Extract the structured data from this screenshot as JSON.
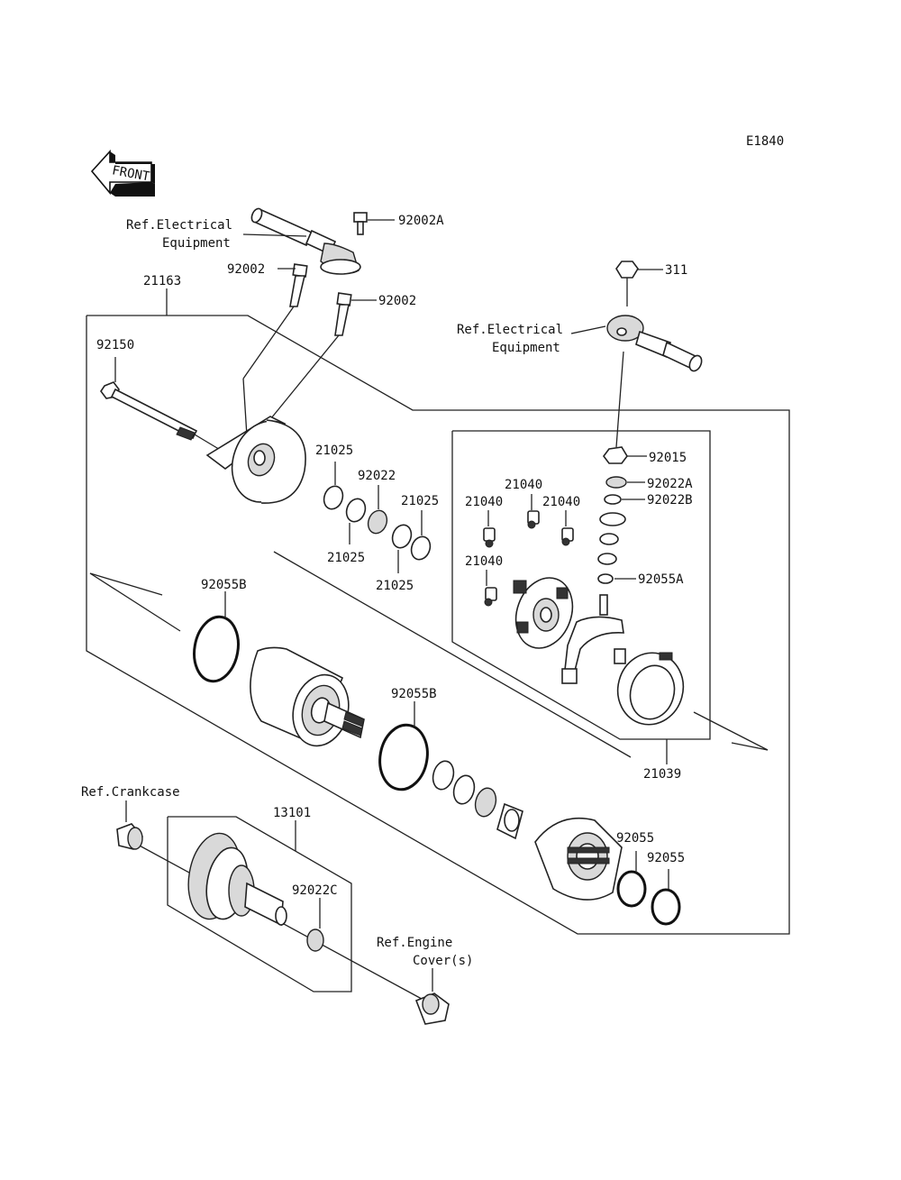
{
  "diagram_id": "E1840",
  "front_arrow": {
    "text": "FRONT"
  },
  "refs": {
    "electrical_top": {
      "line1": "Ref.Electrical",
      "line2": "Equipment"
    },
    "electrical_right": {
      "line1": "Ref.Electrical",
      "line2": "Equipment"
    },
    "crankcase": "Ref.Crankcase",
    "engine_cover": {
      "line1": "Ref.Engine",
      "line2": "Cover(s)"
    }
  },
  "parts": {
    "p92002A": "92002A",
    "p92002_a": "92002",
    "p92002_b": "92002",
    "p21163": "21163",
    "p311": "311",
    "p92150": "92150",
    "p21025_a": "21025",
    "p92022": "92022",
    "p21025_b": "21025",
    "p21025_c": "21025",
    "p21025_d": "21025",
    "p92015": "92015",
    "p92022A": "92022A",
    "p92022B": "92022B",
    "p21040_a": "21040",
    "p21040_b": "21040",
    "p21040_c": "21040",
    "p21040_d": "21040",
    "p92055A": "92055A",
    "p92055B_a": "92055B",
    "p92055B_b": "92055B",
    "p21039": "21039",
    "p13101": "13101",
    "p92022C": "92022C",
    "p92055_a": "92055",
    "p92055_b": "92055"
  }
}
